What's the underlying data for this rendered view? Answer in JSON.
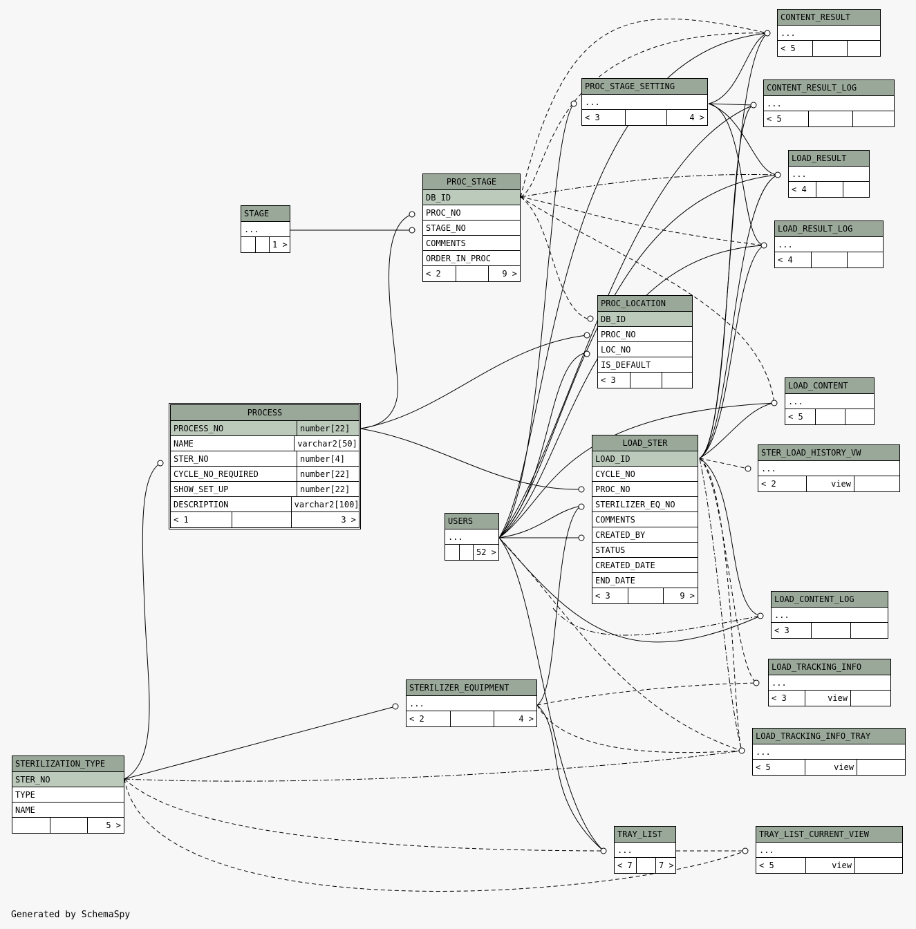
{
  "footer": "Generated by SchemaSpy",
  "tables": {
    "content_result": {
      "name": "CONTENT_RESULT",
      "rows": [
        "..."
      ],
      "foot": [
        "< 5",
        "",
        ""
      ]
    },
    "content_result_log": {
      "name": "CONTENT_RESULT_LOG",
      "rows": [
        "..."
      ],
      "foot": [
        "< 5",
        "",
        ""
      ]
    },
    "proc_stage_setting": {
      "name": "PROC_STAGE_SETTING",
      "rows": [
        "..."
      ],
      "foot": [
        "< 3",
        "",
        "4 >"
      ]
    },
    "load_result": {
      "name": "LOAD_RESULT",
      "rows": [
        "..."
      ],
      "foot": [
        "< 4",
        "",
        ""
      ]
    },
    "load_result_log": {
      "name": "LOAD_RESULT_LOG",
      "rows": [
        "..."
      ],
      "foot": [
        "< 4",
        "",
        ""
      ]
    },
    "proc_stage": {
      "name": "PROC_STAGE",
      "rows": [
        "DB_ID",
        "PROC_NO",
        "STAGE_NO",
        "COMMENTS",
        "ORDER_IN_PROC"
      ],
      "foot": [
        "< 2",
        "",
        "9 >"
      ]
    },
    "stage": {
      "name": "STAGE",
      "rows": [
        "..."
      ],
      "foot": [
        "",
        "",
        "1 >"
      ]
    },
    "proc_location": {
      "name": "PROC_LOCATION",
      "rows": [
        "DB_ID",
        "PROC_NO",
        "LOC_NO",
        "IS_DEFAULT"
      ],
      "foot": [
        "< 3",
        "",
        ""
      ]
    },
    "load_content": {
      "name": "LOAD_CONTENT",
      "rows": [
        "..."
      ],
      "foot": [
        "< 5",
        "",
        ""
      ]
    },
    "process": {
      "name": "PROCESS",
      "rows": [
        {
          "col": "PROCESS_NO",
          "type": "number[22]"
        },
        {
          "col": "NAME",
          "type": "varchar2[50]"
        },
        {
          "col": "STER_NO",
          "type": "number[4]"
        },
        {
          "col": "CYCLE_NO_REQUIRED",
          "type": "number[22]"
        },
        {
          "col": "SHOW_SET_UP",
          "type": "number[22]"
        },
        {
          "col": "DESCRIPTION",
          "type": "varchar2[100]"
        }
      ],
      "foot": [
        "< 1",
        "",
        "3 >"
      ]
    },
    "load_ster": {
      "name": "LOAD_STER",
      "rows": [
        "LOAD_ID",
        "CYCLE_NO",
        "PROC_NO",
        "STERILIZER_EQ_NO",
        "COMMENTS",
        "CREATED_BY",
        "STATUS",
        "CREATED_DATE",
        "END_DATE"
      ],
      "foot": [
        "< 3",
        "",
        "9 >"
      ]
    },
    "ster_load_history_vw": {
      "name": "STER_LOAD_HISTORY_VW",
      "rows": [
        "..."
      ],
      "foot": [
        "< 2",
        "view",
        ""
      ]
    },
    "users": {
      "name": "USERS",
      "rows": [
        "..."
      ],
      "foot": [
        "",
        "",
        "52 >"
      ]
    },
    "load_content_log": {
      "name": "LOAD_CONTENT_LOG",
      "rows": [
        "..."
      ],
      "foot": [
        "< 3",
        "",
        ""
      ]
    },
    "load_tracking_info": {
      "name": "LOAD_TRACKING_INFO",
      "rows": [
        "..."
      ],
      "foot": [
        "< 3",
        "view",
        ""
      ]
    },
    "sterilizer_equipment": {
      "name": "STERILIZER_EQUIPMENT",
      "rows": [
        "..."
      ],
      "foot": [
        "< 2",
        "",
        "4 >"
      ]
    },
    "load_tracking_info_tray": {
      "name": "LOAD_TRACKING_INFO_TRAY",
      "rows": [
        "..."
      ],
      "foot": [
        "< 5",
        "view",
        ""
      ]
    },
    "sterilization_type": {
      "name": "STERILIZATION_TYPE",
      "rows": [
        "STER_NO",
        "TYPE",
        "NAME"
      ],
      "foot": [
        "",
        "",
        "5 >"
      ]
    },
    "tray_list": {
      "name": "TRAY_LIST",
      "rows": [
        "..."
      ],
      "foot": [
        "< 7",
        "",
        "7 >"
      ]
    },
    "tray_list_current_view": {
      "name": "TRAY_LIST_CURRENT_VIEW",
      "rows": [
        "..."
      ],
      "foot": [
        "< 5",
        "view",
        ""
      ]
    }
  }
}
